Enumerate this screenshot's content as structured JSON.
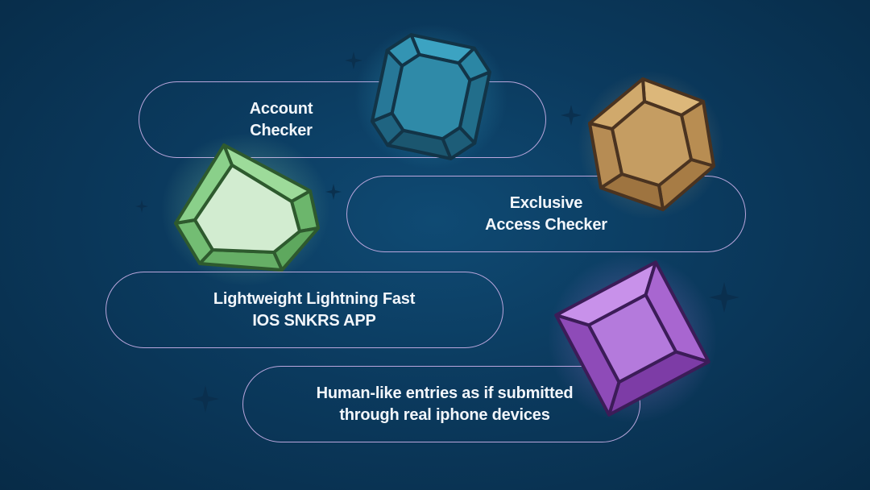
{
  "features": [
    {
      "lines": [
        "Account",
        "Checker"
      ]
    },
    {
      "lines": [
        "Exclusive",
        "Access Checker"
      ]
    },
    {
      "lines": [
        "Lightweight Lightning Fast",
        "IOS SNKRS APP"
      ]
    },
    {
      "lines": [
        "Human-like entries as if submitted",
        "through real iphone devices"
      ]
    }
  ],
  "gems": [
    {
      "icon": "blue-square-gem-icon",
      "color": "#2e8fae"
    },
    {
      "icon": "gold-hexagon-gem-icon",
      "color": "#c9a56a"
    },
    {
      "icon": "green-pentagon-gem-icon",
      "color": "#8fd58f"
    },
    {
      "icon": "purple-square-gem-icon",
      "color": "#a75fd0"
    }
  ],
  "colors": {
    "background": "#0b3a5e",
    "outline": "#b9a6dc",
    "text": "#f2f6fb"
  }
}
